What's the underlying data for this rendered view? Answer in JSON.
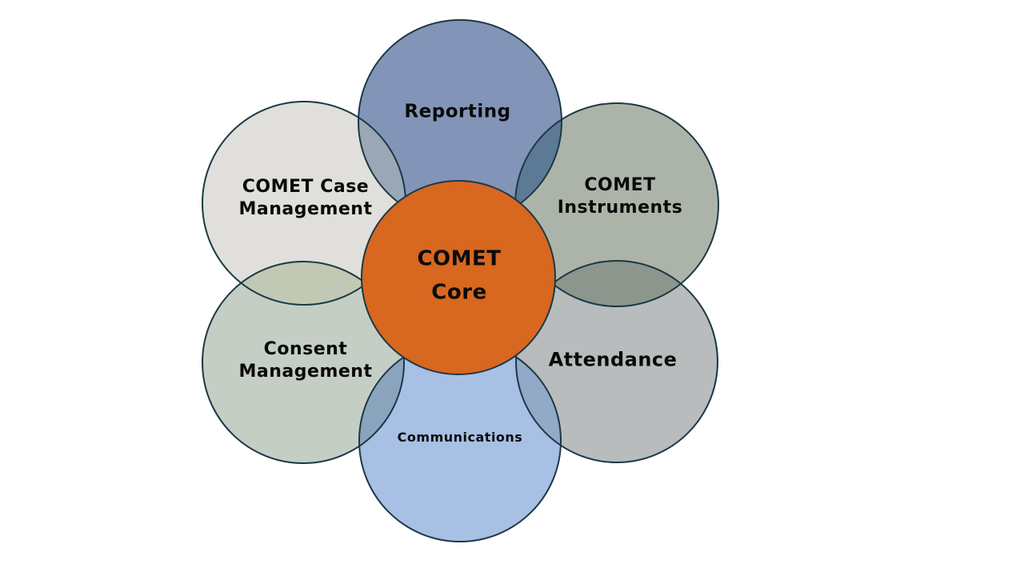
{
  "diagram": {
    "outline_color": "#1c3846",
    "core": {
      "lines": [
        "COMET",
        "Core"
      ],
      "color": "#d8671f"
    },
    "petals": [
      {
        "key": "reporting",
        "lines": [
          "Reporting"
        ],
        "color": "#8295b8"
      },
      {
        "key": "comet-instruments",
        "lines": [
          "COMET",
          "Instruments"
        ],
        "color": "#acb4a9"
      },
      {
        "key": "attendance",
        "lines": [
          "Attendance"
        ],
        "color": "#b8bcbd"
      },
      {
        "key": "communications",
        "lines": [
          "Communications"
        ],
        "color": "#a7c0e4"
      },
      {
        "key": "consent-management",
        "lines": [
          "Consent",
          "Management"
        ],
        "color": "#c5cec4"
      },
      {
        "key": "comet-case-management",
        "lines": [
          "COMET Case",
          "Management"
        ],
        "color": "#e0dfdb"
      }
    ],
    "overlaps": {
      "reporting_case": "#9aa7b4",
      "reporting_instruments": "#5c7a96",
      "instruments_attendance": "#8c968c",
      "attendance_communications": "#93a9c8",
      "communications_consent": "#8ba4be",
      "consent_case": "#c1c8b3"
    }
  }
}
